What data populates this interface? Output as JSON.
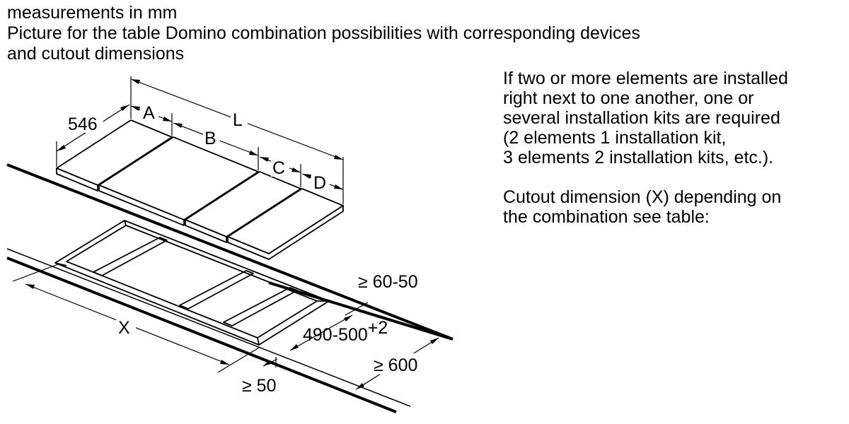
{
  "header": {
    "line1": "measurements in mm",
    "line2": "Picture for the table Domino combination possibilities with corresponding devices",
    "line3": "and cutout dimensions"
  },
  "note": {
    "p1_line1": "If two or more elements are installed",
    "p1_line2": "right next to one another, one or",
    "p1_line3": "several installation kits are required",
    "p1_line4": "(2 elements 1 installation kit,",
    "p1_line5": "3 elements 2 installation kits, etc.).",
    "p2_line1": "Cutout dimension (X) depending on",
    "p2_line2": "the combination see table:"
  },
  "dimensions": {
    "depth": "546",
    "a": "A",
    "b": "B",
    "c": "C",
    "d": "D",
    "l": "L",
    "x": "X",
    "front_gap": "≥ 60-50",
    "cutout_depth": "490-500",
    "cutout_depth_tolerance": "+2",
    "counter_depth": "≥ 600",
    "rear_gap": "≥ 50"
  }
}
